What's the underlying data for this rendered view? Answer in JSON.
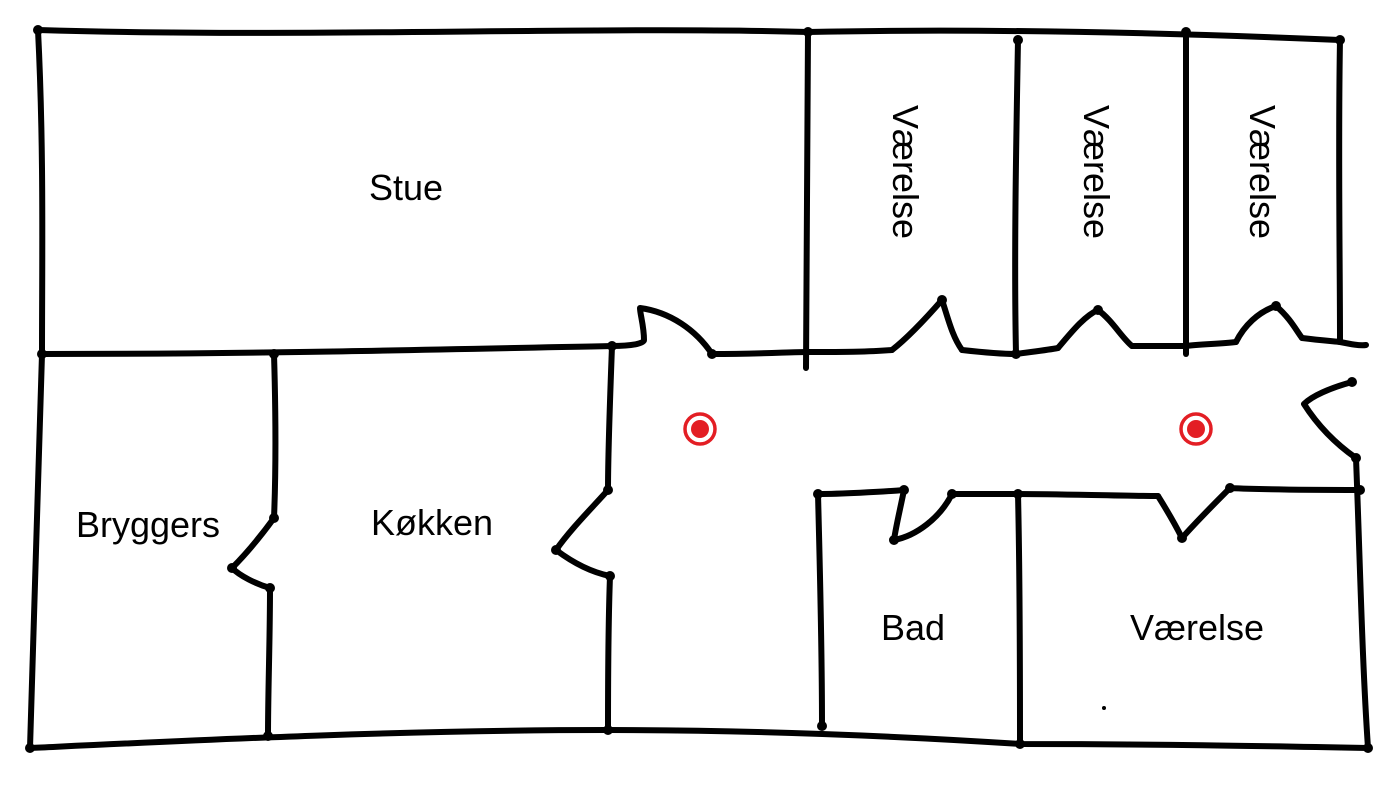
{
  "floor_plan": {
    "line_color": "#000000",
    "marker_color": "#e31e24",
    "rooms": {
      "stue": "Stue",
      "bryggers": "Bryggers",
      "koekken": "Køkken",
      "bad": "Bad",
      "vaerelse_top_1": "Værelse",
      "vaerelse_top_2": "Værelse",
      "vaerelse_top_3": "Værelse",
      "vaerelse_bottom": "Værelse"
    },
    "markers": [
      "location-marker",
      "location-marker"
    ]
  }
}
